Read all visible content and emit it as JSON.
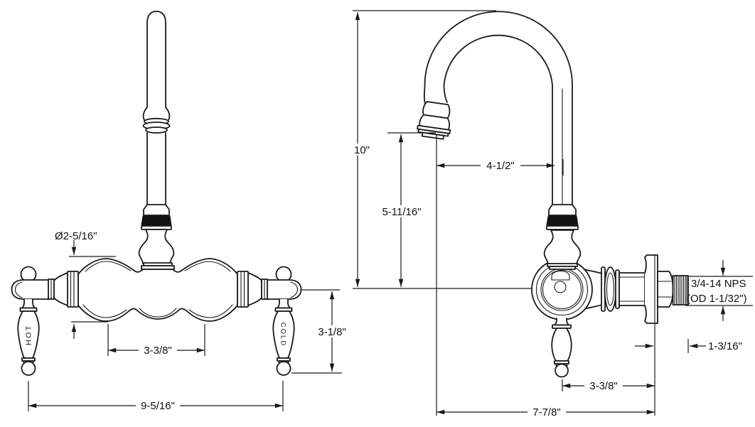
{
  "drawing_title": "Wall-mount gooseneck faucet dimension drawing",
  "colors": {
    "line": "#1a1a1a",
    "background": "#ffffff",
    "spout_band": "#111111"
  },
  "front": {
    "labels": {
      "hot": "HOT",
      "cold": "COLD"
    },
    "dims": {
      "body_diameter": "Ø2-5/16\"",
      "center_spacing": "3-3/8\"",
      "handle_drop": "3-1/8\"",
      "overall_width": "9-5/16\""
    }
  },
  "side": {
    "dims": {
      "overall_height": "10\"",
      "outlet_height": "5-11/16\"",
      "spout_reach": "4-1/2\"",
      "thread_spec": "3/4-14 NPS",
      "thread_od": "(OD 1-1/32\")",
      "thread_length": "1-3/16\"",
      "handle_to_wall": "3-3/8\"",
      "overall_depth": "7-7/8\""
    }
  }
}
